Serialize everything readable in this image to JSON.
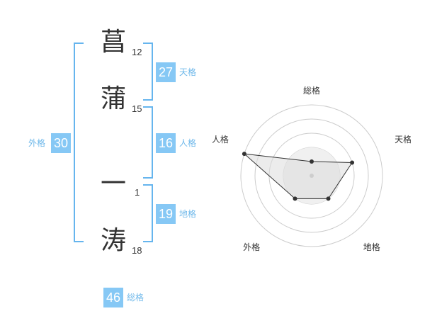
{
  "name": {
    "characters": [
      {
        "char": "菖",
        "strokes": "12"
      },
      {
        "char": "蒲",
        "strokes": "15"
      },
      {
        "char": "一",
        "strokes": "1"
      },
      {
        "char": "涛",
        "strokes": "18"
      }
    ]
  },
  "scores": {
    "tenkaku": {
      "label": "天格",
      "value": "27"
    },
    "jinkaku": {
      "label": "人格",
      "value": "16"
    },
    "chikaku": {
      "label": "地格",
      "value": "19"
    },
    "gaikaku": {
      "label": "外格",
      "value": "30"
    },
    "soukaku": {
      "label": "総格",
      "value": "46"
    }
  },
  "chart_data": {
    "type": "radar",
    "axes": [
      "総格",
      "天格",
      "地格",
      "外格",
      "人格"
    ],
    "levels": 5,
    "values": [
      1,
      3,
      2,
      2,
      5
    ],
    "max": 5,
    "colors": {
      "fill": "#eeeeee",
      "line": "#333333",
      "grid": "#cccccc",
      "center": "#bbbbbb"
    }
  }
}
